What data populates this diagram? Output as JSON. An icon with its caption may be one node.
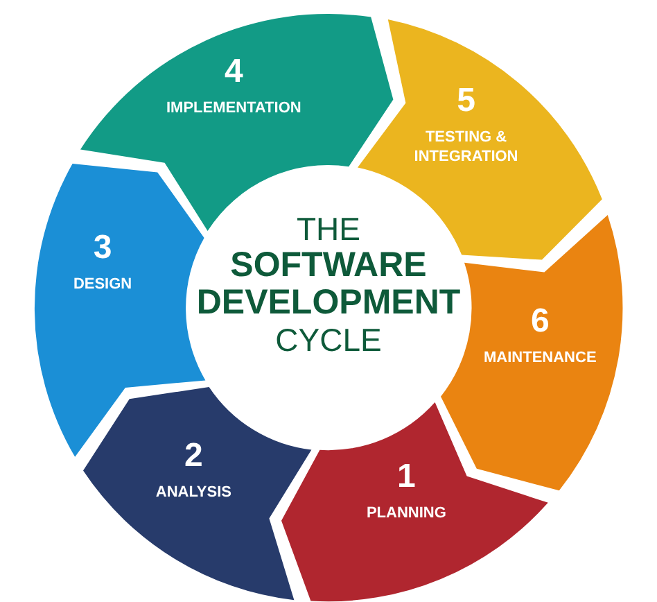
{
  "diagram": {
    "title": "THE **SOFTWARE DEVELOPMENT** CYCLE",
    "nodes": [
      {
        "text": [
          "1",
          "PLANNING"
        ]
      },
      {
        "text": [
          "2",
          "ANALYSIS"
        ]
      },
      {
        "text": [
          "3",
          "DESIGN"
        ]
      },
      {
        "text": [
          "4",
          "IMPLEMENTATION"
        ]
      },
      {
        "text": [
          "5",
          "TESTING & INTEGRATION"
        ]
      },
      {
        "text": [
          "6",
          "MAINTENANCE"
        ]
      }
    ]
  }
}
